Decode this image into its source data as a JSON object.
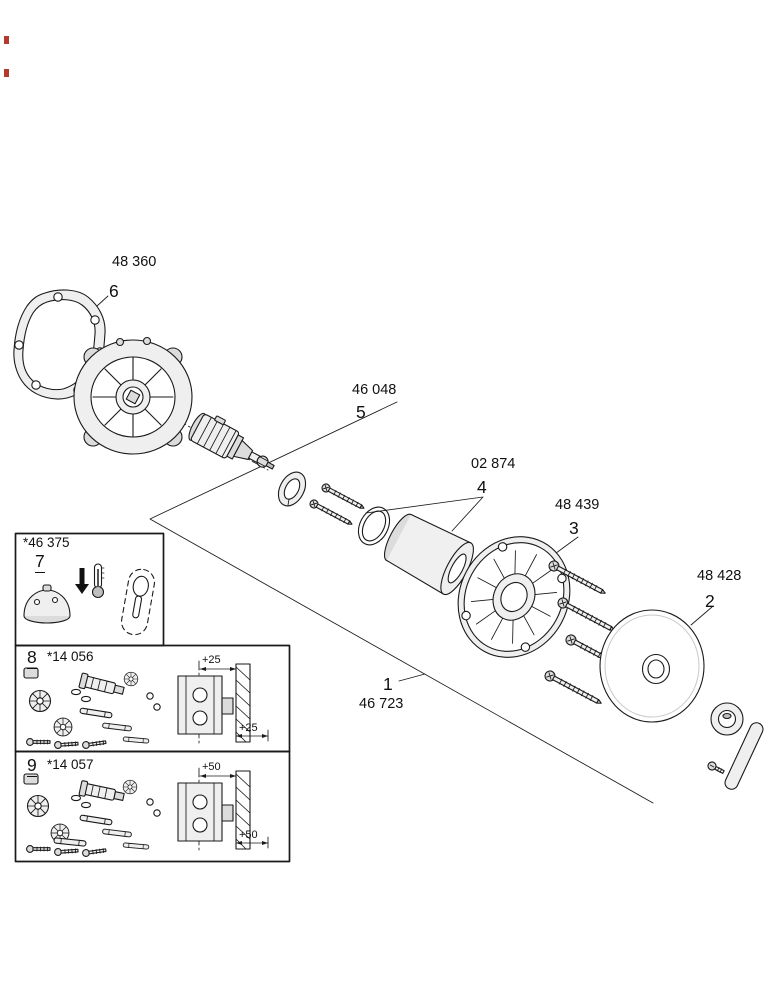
{
  "figure": {
    "type": "exploded-parts-diagram",
    "background": "#ffffff",
    "line_color": "#1a1a1a",
    "edge_mark_color": "#b23b2e"
  },
  "callouts": {
    "1": {
      "item": "1",
      "part": "46 723"
    },
    "2": {
      "item": "2",
      "part": "48 428"
    },
    "3": {
      "item": "3",
      "part": "48 439"
    },
    "4": {
      "item": "4",
      "part": "02 874"
    },
    "5": {
      "item": "5",
      "part": "46 048"
    },
    "6": {
      "item": "6",
      "part": "48 360"
    },
    "7": {
      "item": "7",
      "part": "*46 375"
    },
    "8": {
      "item": "8",
      "part": "*14 056"
    },
    "9": {
      "item": "9",
      "part": "*14 057"
    }
  },
  "dimensions": {
    "kit8_top": "+25",
    "kit8_bottom": "+25",
    "kit9_top": "+50",
    "kit9_bottom": "+50"
  }
}
